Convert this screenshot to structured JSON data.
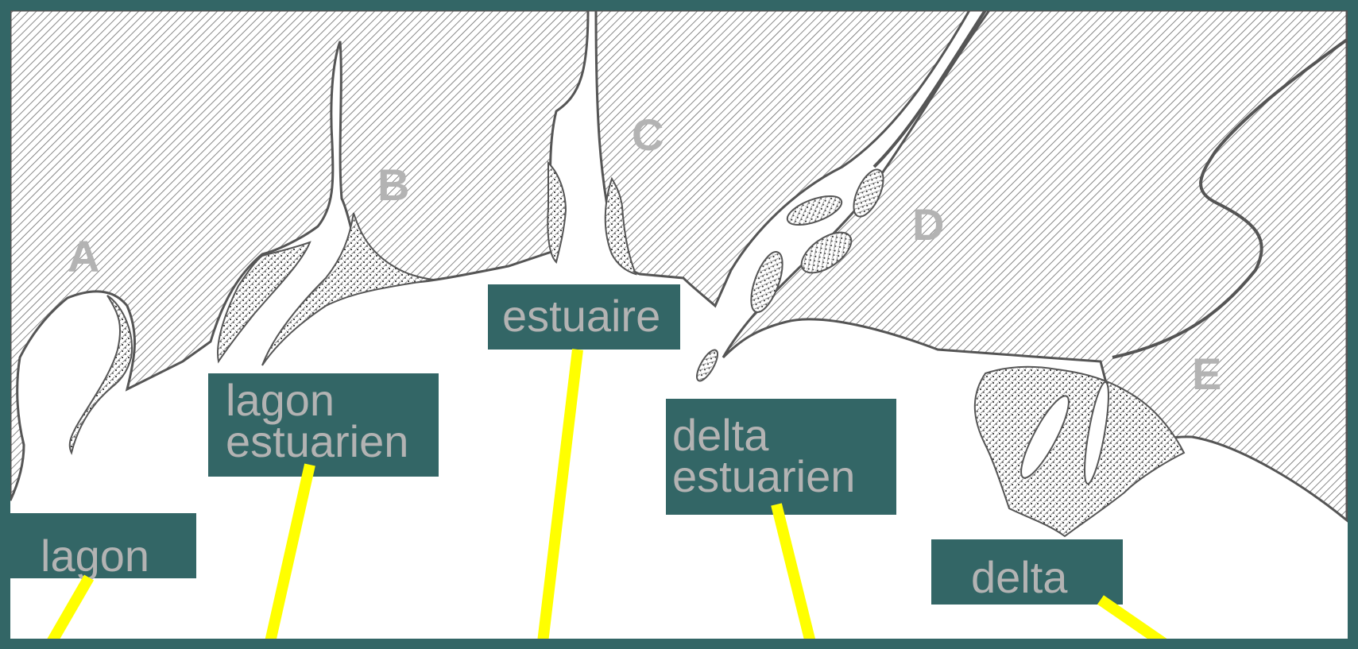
{
  "colors": {
    "frame": "#336666",
    "label_text": "#b3b3b3",
    "pointer": "#ffff00",
    "land_line": "#555555"
  },
  "letters": [
    "A",
    "B",
    "C",
    "D",
    "E"
  ],
  "labels": {
    "lagon": "lagon",
    "lagon_estuarien": [
      "lagon",
      "estuarien"
    ],
    "estuaire": "estuaire",
    "delta_estuarien": [
      "delta",
      "estuarien"
    ],
    "delta": "delta"
  }
}
